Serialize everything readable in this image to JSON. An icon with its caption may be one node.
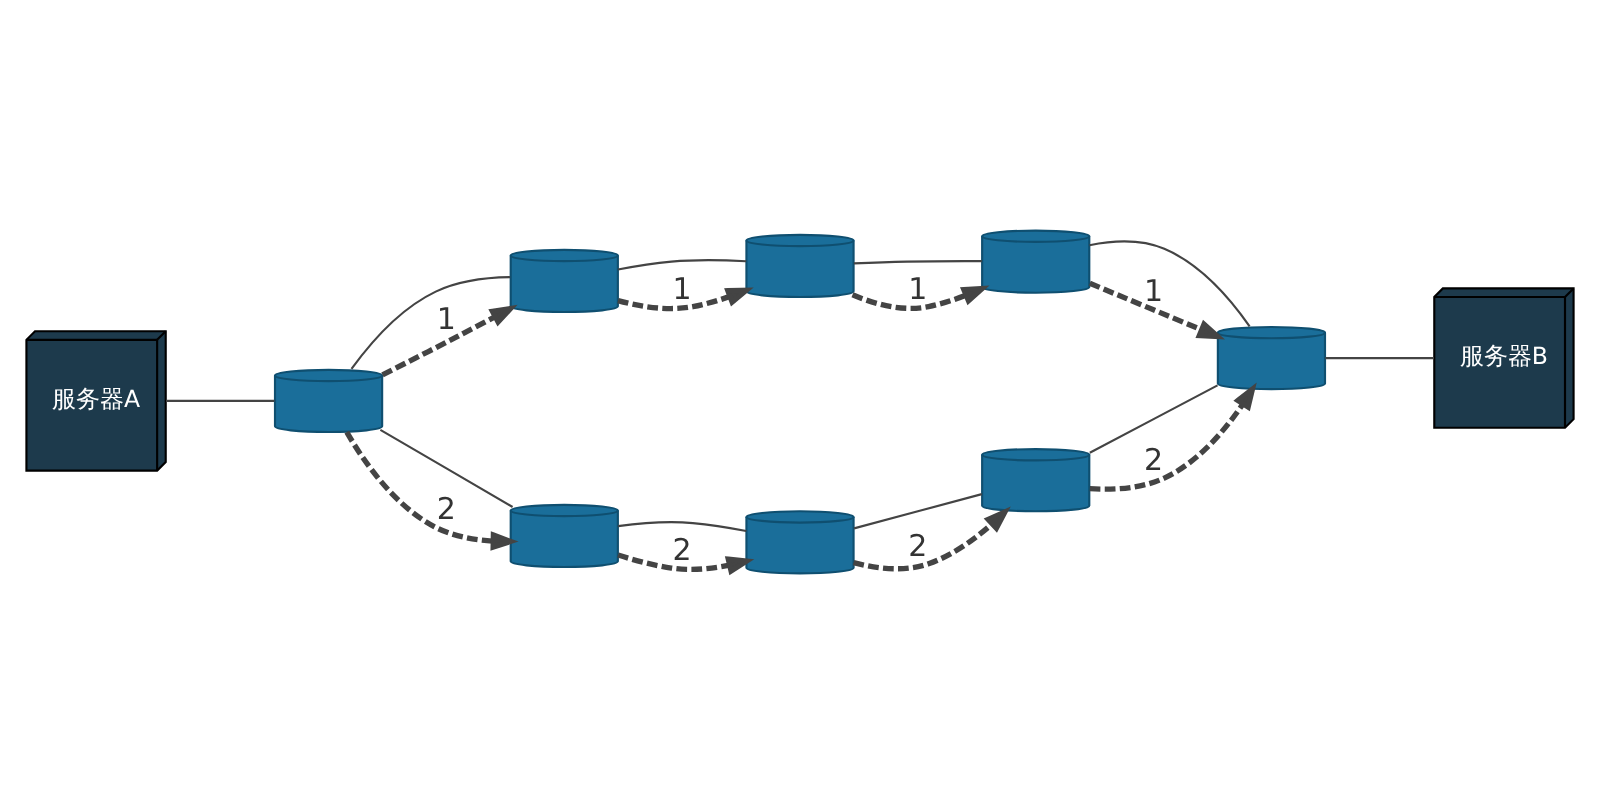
{
  "diagram": {
    "nodes": [
      {
        "text": [
          "服务器A"
        ]
      },
      {
        "text": [],
        "shape": "cylinder"
      },
      {
        "text": [],
        "shape": "cylinder"
      },
      {
        "text": [],
        "shape": "cylinder"
      },
      {
        "text": [],
        "shape": "cylinder"
      },
      {
        "text": [],
        "shape": "cylinder"
      },
      {
        "text": [
          "服务器B"
        ]
      },
      {
        "text": [],
        "shape": "cylinder"
      },
      {
        "text": [],
        "shape": "cylinder"
      },
      {
        "text": [],
        "shape": "cylinder"
      }
    ],
    "edges": [
      {
        "from": 0,
        "to": 1,
        "arrow": "none"
      },
      {
        "from": 1,
        "to": 2,
        "arrow": "none"
      },
      {
        "from": 2,
        "to": 3,
        "arrow": "none"
      },
      {
        "from": 3,
        "to": 4,
        "arrow": "none"
      },
      {
        "from": 4,
        "to": 5,
        "arrow": "none"
      },
      {
        "from": 5,
        "to": 6,
        "arrow": "none"
      },
      {
        "from": 1,
        "to": 7,
        "arrow": "none"
      },
      {
        "from": 7,
        "to": 8,
        "arrow": "none"
      },
      {
        "from": 8,
        "to": 9,
        "arrow": "none"
      },
      {
        "from": 9,
        "to": 5,
        "arrow": "none"
      },
      {
        "from": 1,
        "to": 2,
        "arrow": "to",
        "label": "1",
        "style": "dashed"
      },
      {
        "from": 2,
        "to": 3,
        "arrow": "to",
        "label": "1",
        "style": "dashed"
      },
      {
        "from": 3,
        "to": 4,
        "arrow": "to",
        "label": "1",
        "style": "dashed"
      },
      {
        "from": 4,
        "to": 5,
        "arrow": "to",
        "label": "1",
        "style": "dashed"
      },
      {
        "from": 1,
        "to": 7,
        "arrow": "to",
        "label": "2",
        "style": "dashed"
      },
      {
        "from": 7,
        "to": 8,
        "arrow": "to",
        "label": "2",
        "style": "dashed"
      },
      {
        "from": 8,
        "to": 9,
        "arrow": "to",
        "label": "2",
        "style": "dashed"
      },
      {
        "from": 9,
        "to": 5,
        "arrow": "to",
        "label": "2",
        "style": "dashed"
      }
    ]
  }
}
